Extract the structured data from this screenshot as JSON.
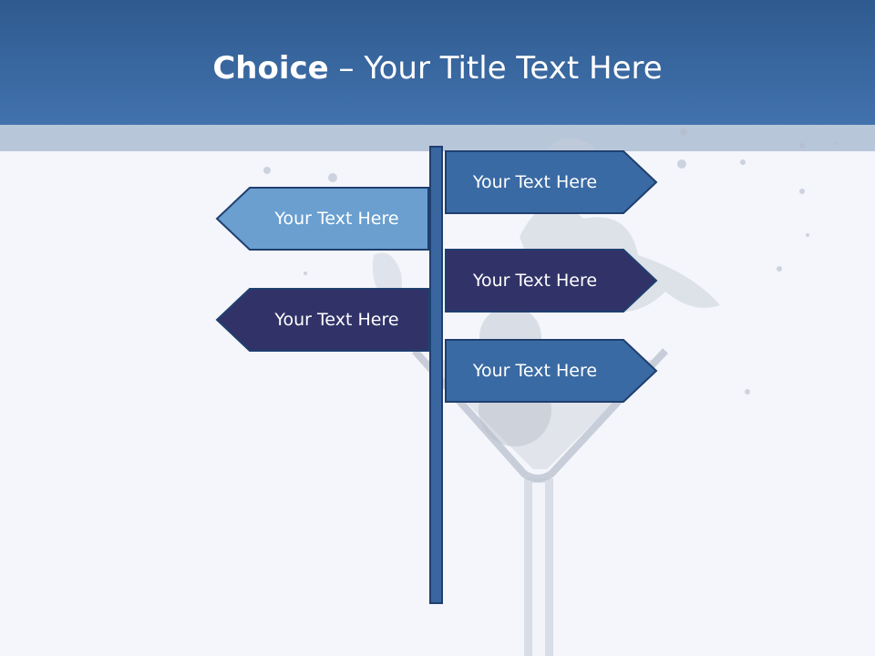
{
  "slide": {
    "title_bold": "Choice",
    "title_rest": " – Your Title Text Here"
  },
  "signs": [
    {
      "label": "Your Text Here",
      "direction": "right",
      "color": "#3a6aa3"
    },
    {
      "label": "Your Text Here",
      "direction": "left",
      "color": "#6a9fd0"
    },
    {
      "label": "Your Text Here",
      "direction": "right",
      "color": "#313368"
    },
    {
      "label": "Your Text Here",
      "direction": "left",
      "color": "#313368"
    },
    {
      "label": "Your Text Here",
      "direction": "right",
      "color": "#3a6aa3"
    }
  ],
  "colors": {
    "header_top": "#2e5a8f",
    "header_bottom": "#4272ad",
    "band": "#b8c6da",
    "post": "#3a66a0",
    "outline": "#1f3f6e"
  }
}
